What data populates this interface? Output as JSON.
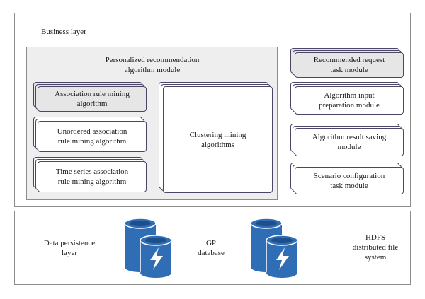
{
  "business_layer": {
    "label": "Business layer",
    "algorithm_module": {
      "title_line1": "Personalized recommendation",
      "title_line2": "algorithm module",
      "association": {
        "line1": "Association rule mining",
        "line2": "algorithm"
      },
      "unordered": {
        "line1": "Unordered association",
        "line2": "rule mining algorithm"
      },
      "time_series": {
        "line1": "Time series association",
        "line2": "rule mining algorithm"
      },
      "clustering": {
        "line1": "Clustering mining",
        "line2": "algorithms"
      }
    },
    "right_modules": [
      {
        "line1": "Recommended request",
        "line2": "task module"
      },
      {
        "line1": "Algorithm input",
        "line2": "preparation module"
      },
      {
        "line1": "Algorithm result saving",
        "line2": "module"
      },
      {
        "line1": "Scenario configuration",
        "line2": "task module"
      }
    ]
  },
  "persistence_layer": {
    "label_line1": "Data persistence",
    "label_line2": "layer",
    "gp_line1": "GP",
    "gp_line2": "database",
    "hdfs_line1": "HDFS",
    "hdfs_line2": "distributed file",
    "hdfs_line3": "system",
    "db_icon_color": "#2f6db5"
  }
}
